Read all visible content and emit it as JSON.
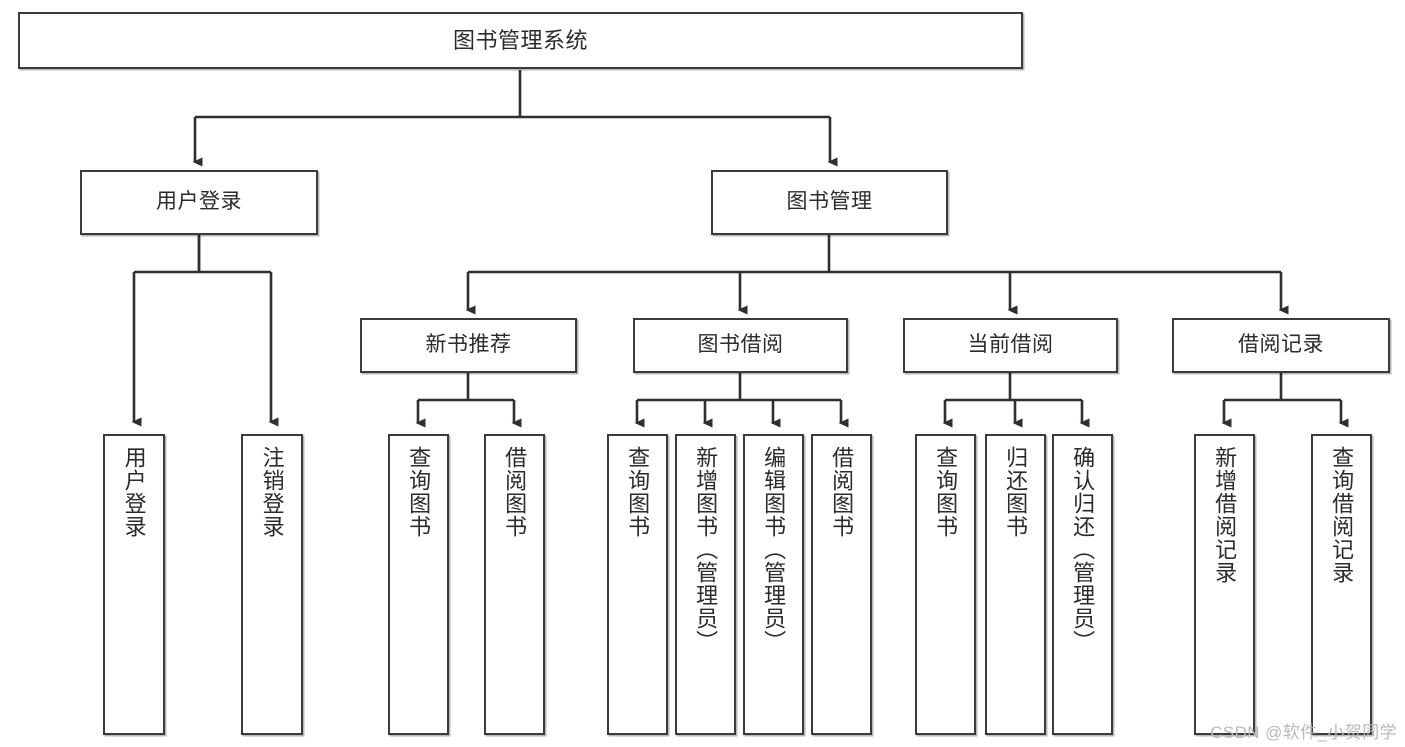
{
  "diagram": {
    "type": "tree",
    "title": "图书管理系统",
    "orientation": "top-down",
    "colors": {
      "box_border": "#3b3b3b",
      "box_fill": "#ffffff",
      "connector": "#2f2f2f",
      "text": "#2b2b2b",
      "watermark": "#b9b9b9"
    }
  },
  "root": {
    "label": "图书管理系统"
  },
  "level2": [
    {
      "label": "用户登录"
    },
    {
      "label": "图书管理"
    }
  ],
  "level3": [
    {
      "label": "新书推荐"
    },
    {
      "label": "图书借阅"
    },
    {
      "label": "当前借阅"
    },
    {
      "label": "借阅记录"
    }
  ],
  "leaves": {
    "user_login": [
      {
        "label": "用户登录"
      },
      {
        "label": "注销登录"
      }
    ],
    "new_book_recommend": [
      {
        "label": "查询图书"
      },
      {
        "label": "借阅图书"
      }
    ],
    "book_borrow": [
      {
        "label": "查询图书"
      },
      {
        "label": "新增图书（管理员）"
      },
      {
        "label": "编辑图书（管理员）"
      },
      {
        "label": "借阅图书"
      }
    ],
    "current_borrow": [
      {
        "label": "查询图书"
      },
      {
        "label": "归还图书"
      },
      {
        "label": "确认归还（管理员）"
      }
    ],
    "borrow_record": [
      {
        "label": "新增借阅记录"
      },
      {
        "label": "查询借阅记录"
      }
    ]
  },
  "watermark": {
    "text": "CSDN @软件_小贺同学"
  }
}
